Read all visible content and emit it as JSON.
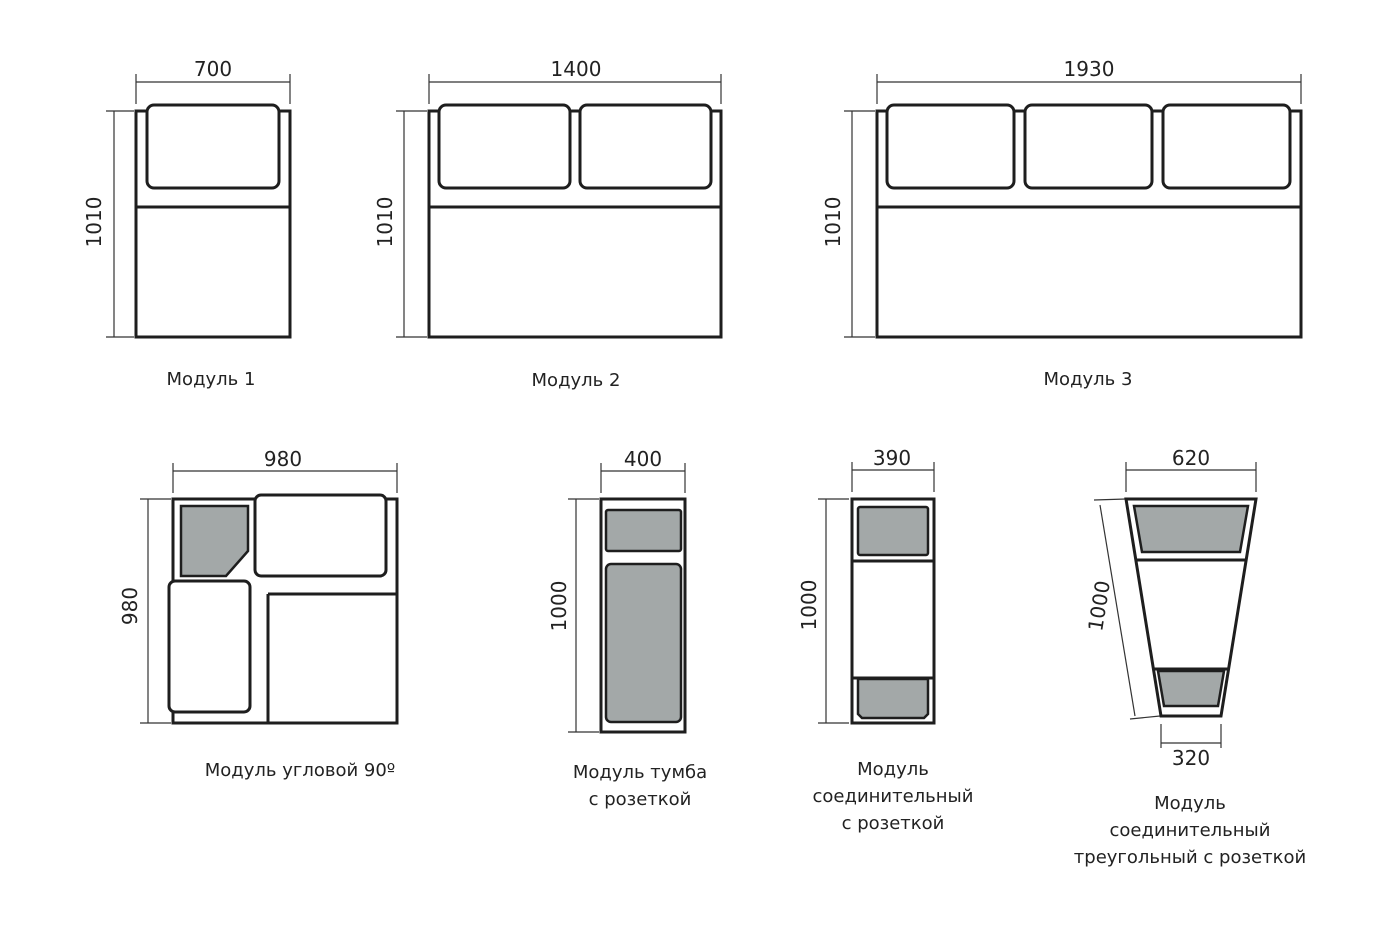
{
  "modules": [
    {
      "id": "m1",
      "label": "Модуль 1",
      "width": "700",
      "height": "1010"
    },
    {
      "id": "m2",
      "label": "Модуль 2",
      "width": "1400",
      "height": "1010"
    },
    {
      "id": "m3",
      "label": "Модуль 3",
      "width": "1930",
      "height": "1010"
    },
    {
      "id": "corner",
      "label": "Модуль угловой 90º",
      "width": "980",
      "height": "980"
    },
    {
      "id": "tumba",
      "label_lines": [
        "Модуль тумба",
        "с розеткой"
      ],
      "width": "400",
      "height": "1000"
    },
    {
      "id": "conn",
      "label_lines": [
        "Модуль",
        "соединительный",
        "с розеткой"
      ],
      "width": "390",
      "height": "1000"
    },
    {
      "id": "tri",
      "label_lines": [
        "Модуль",
        "соединительный",
        "треугольный  с розеткой"
      ],
      "width": "620",
      "height": "1000",
      "width_bottom": "320"
    }
  ],
  "colors": {
    "outline": "#1e1e1e",
    "seat_fill": "#a3a8a8",
    "background": "#ffffff"
  }
}
